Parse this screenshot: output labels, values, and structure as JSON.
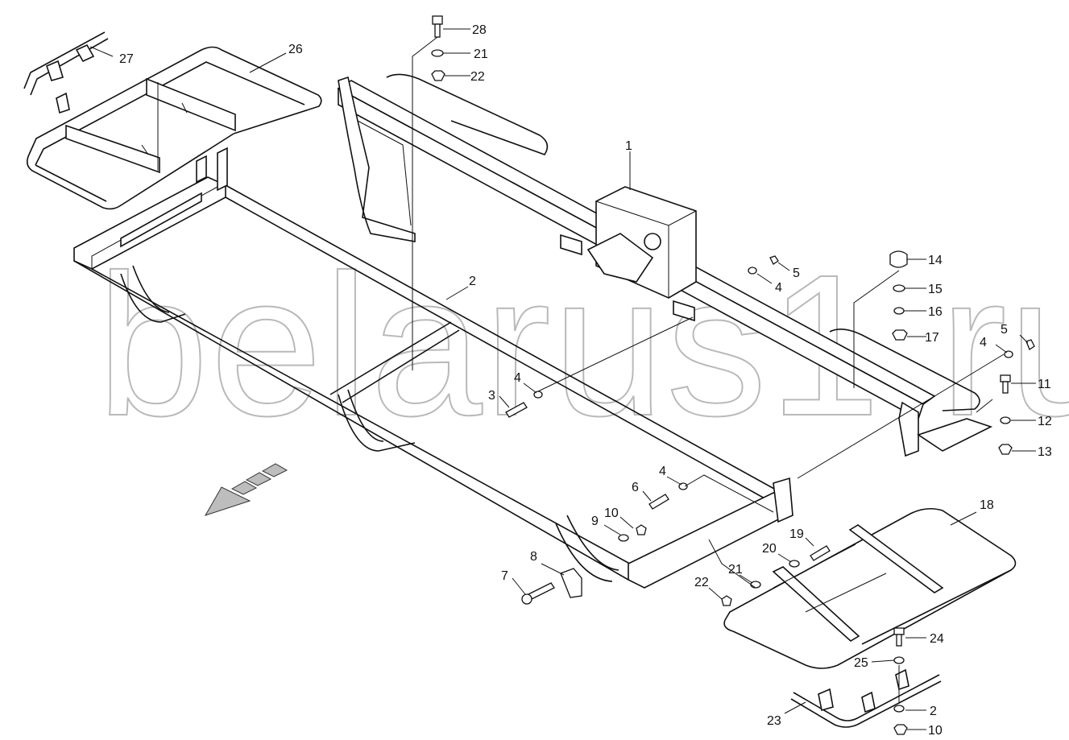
{
  "watermark": "belarus1.ru",
  "callouts": [
    {
      "id": "c-28",
      "label": "28"
    },
    {
      "id": "c-21a",
      "label": "21"
    },
    {
      "id": "c-22a",
      "label": "22"
    },
    {
      "id": "c-27",
      "label": "27"
    },
    {
      "id": "c-26",
      "label": "26"
    },
    {
      "id": "c-1",
      "label": "1"
    },
    {
      "id": "c-14",
      "label": "14"
    },
    {
      "id": "c-15",
      "label": "15"
    },
    {
      "id": "c-16",
      "label": "16"
    },
    {
      "id": "c-17",
      "label": "17"
    },
    {
      "id": "c-5a",
      "label": "5"
    },
    {
      "id": "c-4a",
      "label": "4"
    },
    {
      "id": "c-2a",
      "label": "2"
    },
    {
      "id": "c-5b",
      "label": "5"
    },
    {
      "id": "c-4b",
      "label": "4"
    },
    {
      "id": "c-11",
      "label": "11"
    },
    {
      "id": "c-12",
      "label": "12"
    },
    {
      "id": "c-13",
      "label": "13"
    },
    {
      "id": "c-4c",
      "label": "4"
    },
    {
      "id": "c-3",
      "label": "3"
    },
    {
      "id": "c-4d",
      "label": "4"
    },
    {
      "id": "c-6",
      "label": "6"
    },
    {
      "id": "c-10a",
      "label": "10"
    },
    {
      "id": "c-9",
      "label": "9"
    },
    {
      "id": "c-8",
      "label": "8"
    },
    {
      "id": "c-7",
      "label": "7"
    },
    {
      "id": "c-18",
      "label": "18"
    },
    {
      "id": "c-19",
      "label": "19"
    },
    {
      "id": "c-20",
      "label": "20"
    },
    {
      "id": "c-21b",
      "label": "21"
    },
    {
      "id": "c-22b",
      "label": "22"
    },
    {
      "id": "c-24",
      "label": "24"
    },
    {
      "id": "c-25",
      "label": "25"
    },
    {
      "id": "c-23",
      "label": "23"
    },
    {
      "id": "c-2b",
      "label": "2"
    },
    {
      "id": "c-10b",
      "label": "10"
    }
  ]
}
